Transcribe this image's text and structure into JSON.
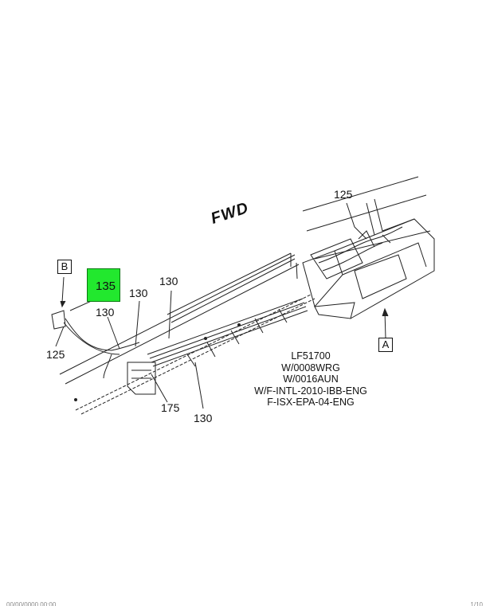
{
  "direction_label": "FWD",
  "callouts": {
    "c125_top": "125",
    "c135": "135",
    "c130_a": "130",
    "c130_b": "130",
    "c130_c": "130",
    "c130_d": "130",
    "c125_left": "125",
    "c175": "175"
  },
  "view_labels": {
    "a": "A",
    "b": "B"
  },
  "notes": [
    "LF51700",
    "W/0008WRG",
    "W/0016AUN",
    "W/F-INTL-2010-IBB-ENG",
    "F-ISX-EPA-04-ENG"
  ],
  "colors": {
    "highlight": "#22e82e",
    "line": "#111111"
  },
  "footer": {
    "left": "00/00/0000 00:00",
    "right": "1/10"
  }
}
